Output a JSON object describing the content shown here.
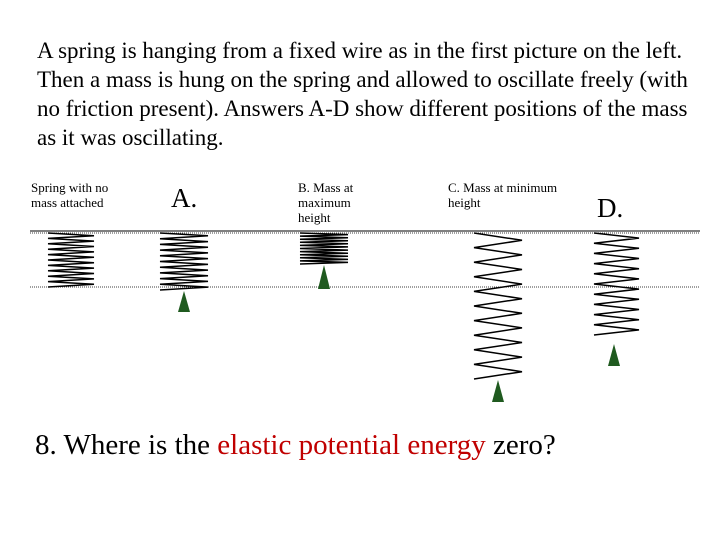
{
  "intro_text": "A spring is hanging from a fixed wire as in the first picture on the left. Then a mass is hung on the spring and allowed to oscillate freely (with no friction present). Answers A-D show different positions of the mass as it was oscillating.",
  "labels": {
    "rest": "Spring with no mass attached",
    "a": "A.",
    "b": "B. Mass at maximum height",
    "c": "C. Mass at minimum height",
    "d": "D."
  },
  "question": {
    "prefix": "8. Where is the ",
    "highlight": "elastic potential energy",
    "suffix": " zero?"
  },
  "colors": {
    "highlight": "#c00000",
    "mass": "#1f5a1f",
    "lines": "#000000"
  }
}
